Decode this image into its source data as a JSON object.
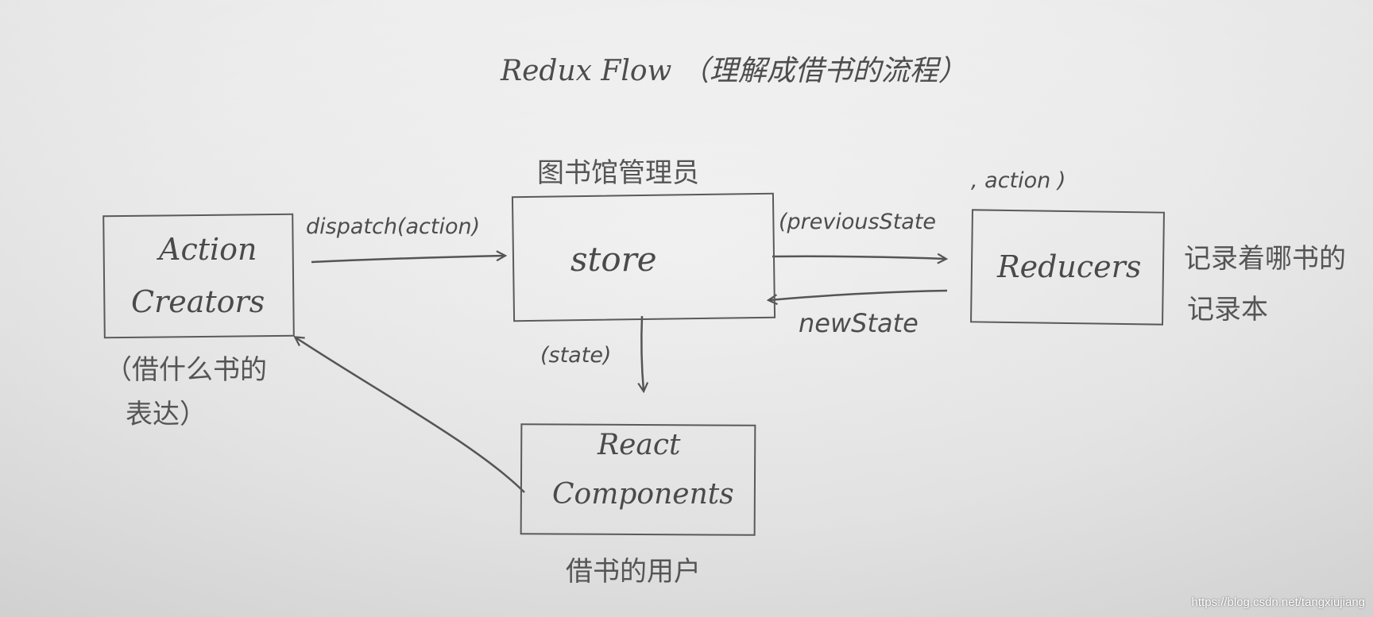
{
  "title": "Redux Flow （理解成借书的流程）",
  "nodes": {
    "action_creators": {
      "label_line1": "Action",
      "label_line2": "Creators",
      "note_line1": "（借什么书的",
      "note_line2": "表达）"
    },
    "store": {
      "label": "store",
      "note": "图书馆管理员"
    },
    "reducers": {
      "label": "Reducers",
      "note_line1": "记录着哪书的",
      "note_line2": "记录本"
    },
    "react_components": {
      "label_line1": "React",
      "label_line2": "Components",
      "note": "借书的用户"
    }
  },
  "edges": {
    "dispatch": "dispatch(action)",
    "previous_state_line1": ", action )",
    "previous_state_line2": "(previousState",
    "new_state": "newState",
    "state": "(state)"
  },
  "watermark": "https://blog.csdn.net/tangxiujiang",
  "colors": {
    "ink": "#4a4a4a",
    "paper": "#ececec"
  }
}
